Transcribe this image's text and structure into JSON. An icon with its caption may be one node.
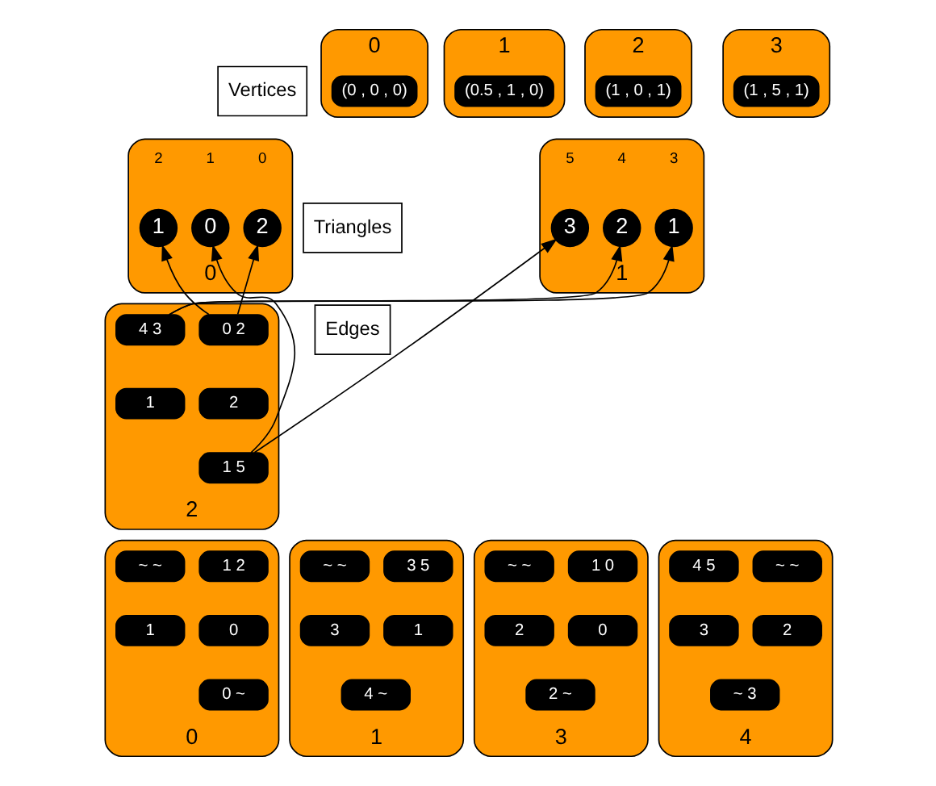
{
  "diagram": {
    "nodes": [
      {
        "text": [
          "Vertices"
        ]
      },
      {
        "text": [],
        "shape": "box",
        "beside": [
          "0"
        ]
      },
      {
        "text": [
          "(0 , 0 , 0)"
        ],
        "in": 1
      },
      {
        "text": [],
        "shape": "box",
        "beside": [
          "1"
        ]
      },
      {
        "text": [
          "(0.5 , 1 , 0)"
        ],
        "in": 3
      },
      {
        "text": [],
        "shape": "box",
        "beside": [
          "2"
        ]
      },
      {
        "text": [
          "(1 , 0 , 1)"
        ],
        "in": 5
      },
      {
        "text": [],
        "shape": "box",
        "beside": [
          "3"
        ]
      },
      {
        "text": [
          "(1 , 5 , 1)"
        ],
        "in": 7
      },
      {
        "text": [
          "Triangles"
        ]
      },
      {
        "text": [],
        "shape": "box",
        "beside": [
          "0"
        ]
      },
      {
        "text": [
          "2"
        ],
        "in": 10,
        "beside": [
          "0"
        ]
      },
      {
        "text": [
          "0"
        ],
        "in": 10,
        "beside": [
          "1"
        ]
      },
      {
        "text": [
          "1"
        ],
        "in": 10,
        "beside": [
          "2"
        ]
      },
      {
        "text": [],
        "shape": "box",
        "beside": [
          "1"
        ]
      },
      {
        "text": [
          "1"
        ],
        "in": 14,
        "beside": [
          "3"
        ]
      },
      {
        "text": [
          "2"
        ],
        "in": 14,
        "beside": [
          "4"
        ]
      },
      {
        "text": [
          "3"
        ],
        "in": 14,
        "beside": [
          "5"
        ]
      },
      {
        "text": [
          "Edges"
        ]
      },
      {
        "text": [],
        "shape": "box",
        "beside": [
          "2"
        ]
      },
      {
        "text": [
          "0 2"
        ],
        "in": 19
      },
      {
        "text": [
          "4 3"
        ],
        "in": 19
      },
      {
        "text": [
          "2"
        ],
        "in": 19
      },
      {
        "text": [
          "1"
        ],
        "in": 19
      },
      {
        "text": [
          "1 5"
        ],
        "in": 19
      },
      {
        "text": [],
        "shape": "box",
        "beside": [
          "0"
        ]
      },
      {
        "text": [
          "1 2"
        ],
        "in": 25
      },
      {
        "text": [
          "~ ~"
        ],
        "in": 25
      },
      {
        "text": [
          "0"
        ],
        "in": 25
      },
      {
        "text": [
          "1"
        ],
        "in": 25
      },
      {
        "text": [
          "0 ~"
        ],
        "in": 25
      },
      {
        "text": [],
        "shape": "box",
        "beside": [
          "1"
        ]
      },
      {
        "text": [
          "3 5"
        ],
        "in": 31
      },
      {
        "text": [
          "~ ~"
        ],
        "in": 31
      },
      {
        "text": [
          "1"
        ],
        "in": 31
      },
      {
        "text": [
          "3"
        ],
        "in": 31
      },
      {
        "text": [
          "4 ~"
        ],
        "in": 31
      },
      {
        "text": [],
        "shape": "box",
        "beside": [
          "3"
        ]
      },
      {
        "text": [
          "1 0"
        ],
        "in": 37
      },
      {
        "text": [
          "~ ~"
        ],
        "in": 37
      },
      {
        "text": [
          "0"
        ],
        "in": 37
      },
      {
        "text": [
          "2"
        ],
        "in": 37
      },
      {
        "text": [
          "2 ~"
        ],
        "in": 37
      },
      {
        "text": [],
        "shape": "box",
        "beside": [
          "4"
        ]
      },
      {
        "text": [
          "~ ~"
        ],
        "in": 43
      },
      {
        "text": [
          "4 5"
        ],
        "in": 43
      },
      {
        "text": [
          "2"
        ],
        "in": 43
      },
      {
        "text": [
          "3"
        ],
        "in": 43
      },
      {
        "text": [
          "~ 3"
        ],
        "in": 43
      }
    ],
    "edges": [
      {
        "from": 20,
        "to": 11,
        "arrow": "to"
      },
      {
        "from": 20,
        "to": 13,
        "arrow": "to"
      },
      {
        "from": 21,
        "to": 15,
        "arrow": "to"
      },
      {
        "from": 21,
        "to": 16,
        "arrow": "to"
      },
      {
        "from": 24,
        "to": 12,
        "arrow": "to"
      },
      {
        "from": 24,
        "to": 17,
        "arrow": "to"
      }
    ]
  }
}
